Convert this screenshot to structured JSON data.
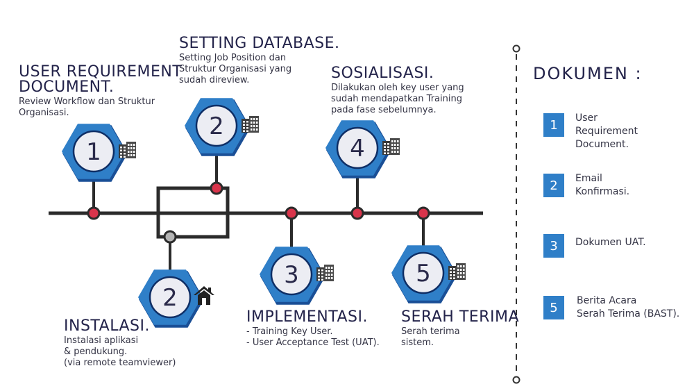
{
  "steps": [
    {
      "num": "1",
      "title_lines": [
        "USER REQUIREMENT",
        "DOCUMENT."
      ],
      "desc_lines": [
        "Review Workflow dan Struktur",
        "Organisasi."
      ],
      "icon": "building-icon"
    },
    {
      "num": "2",
      "title_lines": [
        "SETTING DATABASE."
      ],
      "desc_lines": [
        "Setting Job Position dan",
        "Struktur Organisasi yang",
        "sudah direview."
      ],
      "icon": "building-icon"
    },
    {
      "num": "2",
      "title_lines": [
        "INSTALASI."
      ],
      "desc_lines": [
        "Instalasi aplikasi",
        "& pendukung.",
        "(via remote teamviewer)"
      ],
      "icon": "home-icon"
    },
    {
      "num": "3",
      "title_lines": [
        "IMPLEMENTASI."
      ],
      "desc_lines": [
        "- Training Key User.",
        "- User Acceptance Test (UAT)."
      ],
      "icon": "building-icon"
    },
    {
      "num": "4",
      "title_lines": [
        "SOSIALISASI."
      ],
      "desc_lines": [
        "Dilakukan oleh key user yang",
        "sudah mendapatkan Training",
        "pada fase sebelumnya."
      ],
      "icon": "building-icon"
    },
    {
      "num": "5",
      "title_lines": [
        "SERAH TERIMA"
      ],
      "desc_lines": [
        "Serah terima",
        "sistem."
      ],
      "icon": "building-icon"
    }
  ],
  "dokumen": {
    "heading": "DOKUMEN :",
    "items": [
      {
        "num": "1",
        "label_lines": [
          "User",
          "Requirement",
          "Document."
        ]
      },
      {
        "num": "2",
        "label_lines": [
          "Email",
          "Konfirmasi."
        ]
      },
      {
        "num": "3",
        "label_lines": [
          "Dokumen UAT."
        ]
      },
      {
        "num": "5",
        "label_lines": [
          "Berita Acara",
          "Serah Terima (BAST)."
        ]
      }
    ]
  },
  "colors": {
    "hex_light": "#2f7fc8",
    "hex_dark": "#1a4f96",
    "circle_fill": "#ecedf3",
    "line": "#2b2b2b",
    "node_red": "#d9344b",
    "node_grey": "#b4b4b4",
    "doc_box": "#2f7fc8"
  }
}
